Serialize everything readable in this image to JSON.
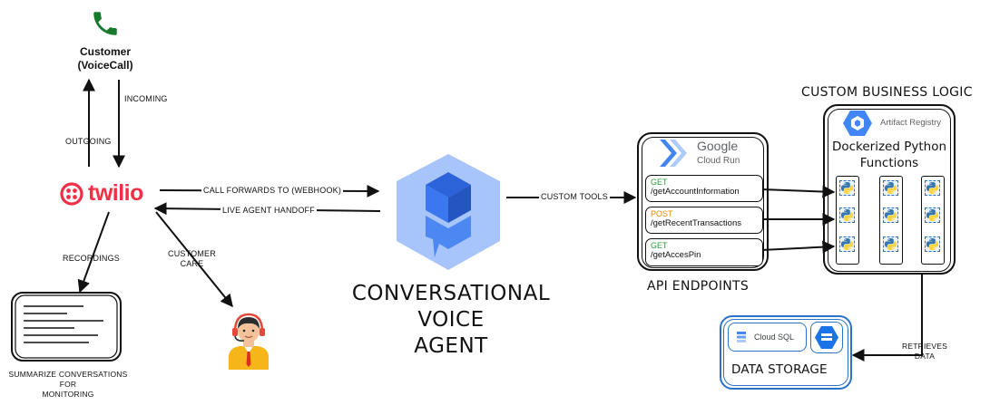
{
  "customer": {
    "title": "Customer",
    "subtitle": "(VoiceCall)",
    "icon": "phone-icon"
  },
  "twilio": {
    "logo_text": "twilio",
    "brand_color": "#f22f46"
  },
  "edges": {
    "incoming": "INCOMING",
    "outgoing": "OUTGOING",
    "call_forwards": "CALL FORWARDS TO (WEBHOOK)",
    "live_agent_handoff": "LIVE AGENT HANDOFF",
    "recordings": "RECORDINGS",
    "customer_care_line1": "CUSTOMER",
    "customer_care_line2": "CARE",
    "custom_tools": "CUSTOM TOOLS",
    "retrieves_line1": "RETRIEVES",
    "retrieves_line2": "DATA"
  },
  "summary": {
    "line1": "SUMMARIZE CONVERSATIONS",
    "line2": "FOR",
    "line3": "MONITORING"
  },
  "agent": {
    "line1": "CONVERSATIONAL",
    "line2": "VOICE",
    "line3": "AGENT",
    "icon": "dialogflow-agent-icon"
  },
  "cloud_run": {
    "brand": "Google",
    "product": "Cloud Run",
    "section_label": "API ENDPOINTS"
  },
  "endpoints": [
    {
      "method": "GET",
      "path": "/getAccountInformation"
    },
    {
      "method": "POST",
      "path": "/getRecentTransactions"
    },
    {
      "method": "GET",
      "path": "/getAccesPin"
    }
  ],
  "business_logic": {
    "title": "CUSTOM BUSINESS LOGIC",
    "registry": "Artifact Registry",
    "functions_line1": "Dockerized Python",
    "functions_line2": "Functions"
  },
  "storage": {
    "cloud_sql": "Cloud SQL",
    "title": "DATA STORAGE"
  },
  "colors": {
    "google_blue": "#4285f4",
    "get_green": "#2e9b3b",
    "post_orange": "#e3890c",
    "python_blue": "#3776ab",
    "python_yellow": "#ffd43b"
  }
}
